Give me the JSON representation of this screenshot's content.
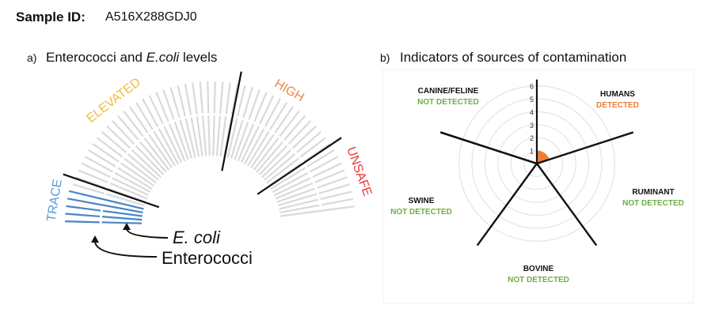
{
  "header": {
    "sample_label": "Sample ID:",
    "sample_value": "A516X288GDJ0"
  },
  "panel_a": {
    "letter": "a)",
    "title_parts": [
      "Enterococci and ",
      "E.coli",
      " levels"
    ],
    "zones": [
      "TRACE",
      "ELEVATED",
      "HIGH",
      "UNSAFE"
    ],
    "zone_colors": [
      "#5b9bd5",
      "#f4b942",
      "#ee8a4a",
      "#e53935"
    ],
    "gauge_color": "#d9d9d9",
    "fill_color": "#4a86c8",
    "ecoli_label": "E. coli",
    "enterococci_label": "Enterococci"
  },
  "panel_b": {
    "letter": "b)",
    "title": "Indicators of sources of contamination",
    "positive_color": "#ed7d31",
    "negative_color": "#70ad47"
  },
  "chart_data": [
    {
      "type": "gauge",
      "title": "Enterococci and E.coli levels",
      "categories": [
        "TRACE",
        "ELEVATED",
        "HIGH",
        "UNSAFE"
      ],
      "series": [
        {
          "name": "Enterococci",
          "value_zone": "TRACE",
          "fraction_of_scale": 0.09
        },
        {
          "name": "E. coli",
          "value_zone": "TRACE",
          "fraction_of_scale": 0.09
        }
      ]
    },
    {
      "type": "radar",
      "title": "Indicators of sources of contamination",
      "rlim": [
        0,
        6
      ],
      "r_ticks": [
        "1",
        "2",
        "3",
        "4",
        "5",
        "6"
      ],
      "categories": [
        "HUMANS",
        "RUMINANT",
        "BOVINE",
        "SWINE",
        "CANINE/FELINE"
      ],
      "values": [
        1,
        0,
        0,
        0,
        0
      ],
      "status": [
        "DETECTED",
        "NOT DETECTED",
        "NOT DETECTED",
        "NOT DETECTED",
        "NOT DETECTED"
      ]
    }
  ]
}
